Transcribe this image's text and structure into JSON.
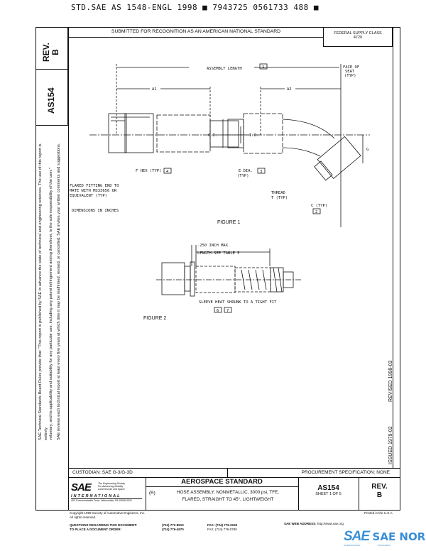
{
  "header_stamp": "STD.SAE AS 1548-ENGL 1998 ■ 7943725 0561733 488 ■",
  "top_banner": "SUBMITTED FOR RECOGNITION AS AN AMERICAN NATIONAL STANDARD",
  "federal_supply": {
    "label": "FEDERAL SUPPLY CLASS",
    "value": "4720"
  },
  "side_tab": {
    "rev_label": "REV.",
    "rev_value": "B",
    "doc": "AS154"
  },
  "left_notice": {
    "line1": "SAE Technical Standards Board Rules provide that: \"This report is published by SAE to advance the state of technical and engineering sciences. The use of this report is entirely",
    "line2": "voluntary, and its applicability and suitability for any particular use, including any patent infringement arising therefrom, is the sole responsibility of the user.\"",
    "line3": "SAE reviews each technical report at least every five years at which time it may be reaffirmed, revised, or cancelled. SAE invites your written comments and suggestions."
  },
  "figure1": {
    "assembly_length": "ASSEMBLY LENGTH",
    "face_of_seat": [
      "FACE OF",
      "SEAT",
      "(TYP)"
    ],
    "a1": "A1",
    "a2": "A2",
    "id": "I.D.",
    "od": "O.D.",
    "g": "G",
    "f_hex": "F HEX (TYP)",
    "e_dia": [
      "E DIA.",
      "(TYP)"
    ],
    "thread": [
      "THREAD",
      "T (TYP)"
    ],
    "c_typ": "C (TYP)",
    "flared_note": [
      "FLARED FITTING END TO",
      "MATE WITH MS33656 OR",
      "EQUIVALENT (TYP)"
    ],
    "dimensions": "DIMENSIONS IN INCHES",
    "caption": "FIGURE 1",
    "flags": {
      "assembly": "1",
      "f_hex": "4",
      "e_dia": "3",
      "c_typ": "2"
    }
  },
  "figure2": {
    "max_note": ".250 INCH MAX.",
    "length_note": "LENGTH-SEE TABLE 5",
    "sleeve_note": "SLEEVE HEAT SHRUNK TO A TIGHT FIT",
    "flags": [
      "6",
      "7"
    ],
    "caption": "FIGURE 2"
  },
  "side_issue": {
    "revised": "REVISED 1998-03",
    "issued": "ISSUED 1979-02"
  },
  "custodian": "CUSTODIAN:  SAE G-3/G-3D",
  "procurement": "PROCUREMENT SPECIFICATION: NONE",
  "logo": {
    "mark": "SAE",
    "tagline": [
      "The Engineering Society",
      "For Advancing Mobility",
      "Land Sea Air and Space",
      "®"
    ],
    "international": "INTERNATIONAL",
    "address": "400 Commonwealth Drive, Warrendale, PA 15096-0001"
  },
  "title_block": {
    "heading": "AEROSPACE STANDARD",
    "r_mark": "(R)",
    "title_line1": "HOSE ASSEMBLY, NONMETALLIC, 3000 psi, TFE,",
    "title_line2": "FLARED, STRAIGHT TO 45°, LIGHTWEIGHT",
    "doc": "AS154",
    "sheet": "SHEET 1 OF 5",
    "rev_label": "REV.",
    "rev_value": "B"
  },
  "footer": {
    "copyright": "Copyright 1998 Society of Automotive Engineers, Inc.",
    "rights": "All rights reserved.",
    "printed": "Printed in the U.S.A.",
    "questions_label": "QUESTIONS REGARDING THIS DOCUMENT:",
    "questions_phone": "(724) 772-8510",
    "order_label": "TO PLACE A DOCUMENT ORDER:",
    "order_phone": "(724) 776-4970",
    "fax": "FAX: (724) 776-0243",
    "fax2": "FAX: (724) 776-0790",
    "web_label": "SAE WEB ADDRESS:",
    "web": "http://www.sae.org"
  },
  "watermark": {
    "mark": "SAE",
    "text": "SAE NORM",
    "sub_left": "INTERNATIONAL",
    "sub_right": "STANDARDS",
    "color": "#3a8fd6"
  }
}
